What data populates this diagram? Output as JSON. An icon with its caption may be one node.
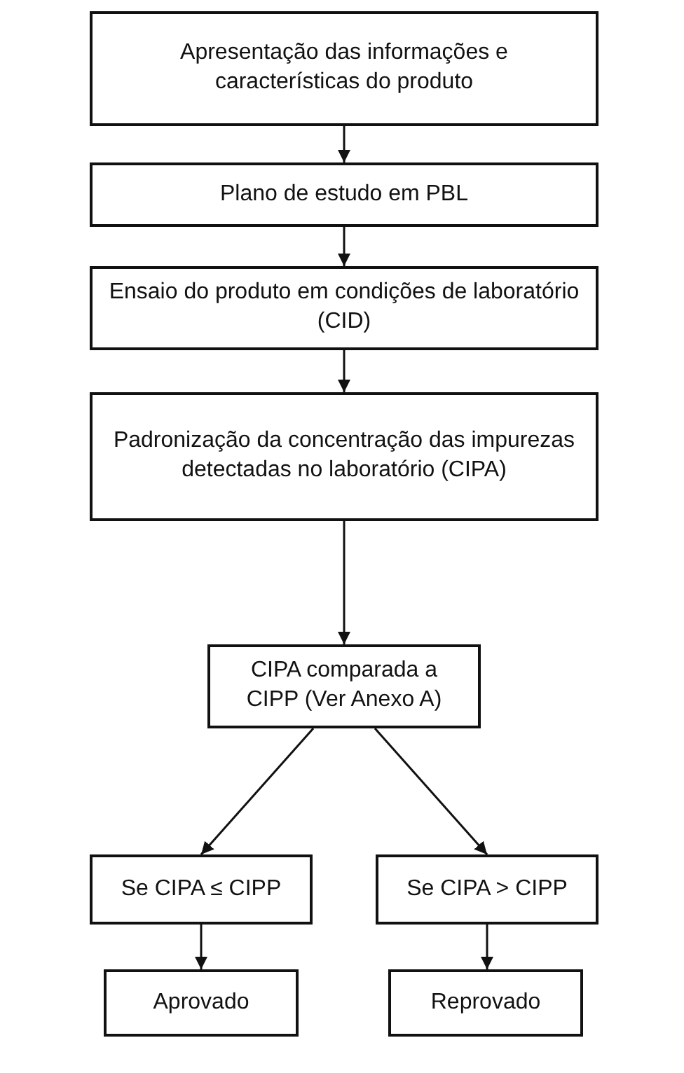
{
  "diagram": {
    "nodes": [
      {
        "text": [
          "Apresentação das informações e características do produto"
        ]
      },
      {
        "text": [
          "Plano de estudo em PBL"
        ]
      },
      {
        "text": [
          "Ensaio do produto em condições de laboratório (CID)"
        ]
      },
      {
        "text": [
          "Padronização da concentração das impurezas detectadas no laboratório (CIPA)"
        ]
      },
      {
        "text": [
          "CIPA comparada a CIPP (Ver Anexo A)"
        ]
      },
      {
        "text": [
          "Se CIPA ≤ CIPP"
        ]
      },
      {
        "text": [
          "Se CIPA > CIPP"
        ]
      },
      {
        "text": [
          "Aprovado"
        ]
      },
      {
        "text": [
          "Reprovado"
        ]
      }
    ],
    "edges": [
      {
        "from": 0,
        "to": 1,
        "arrow": "to"
      },
      {
        "from": 1,
        "to": 2,
        "arrow": "to"
      },
      {
        "from": 2,
        "to": 3,
        "arrow": "to"
      },
      {
        "from": 3,
        "to": 4,
        "arrow": "to"
      },
      {
        "from": 4,
        "to": 5,
        "arrow": "to"
      },
      {
        "from": 4,
        "to": 6,
        "arrow": "to"
      },
      {
        "from": 5,
        "to": 7,
        "arrow": "to"
      },
      {
        "from": 6,
        "to": 8,
        "arrow": "to"
      }
    ]
  }
}
